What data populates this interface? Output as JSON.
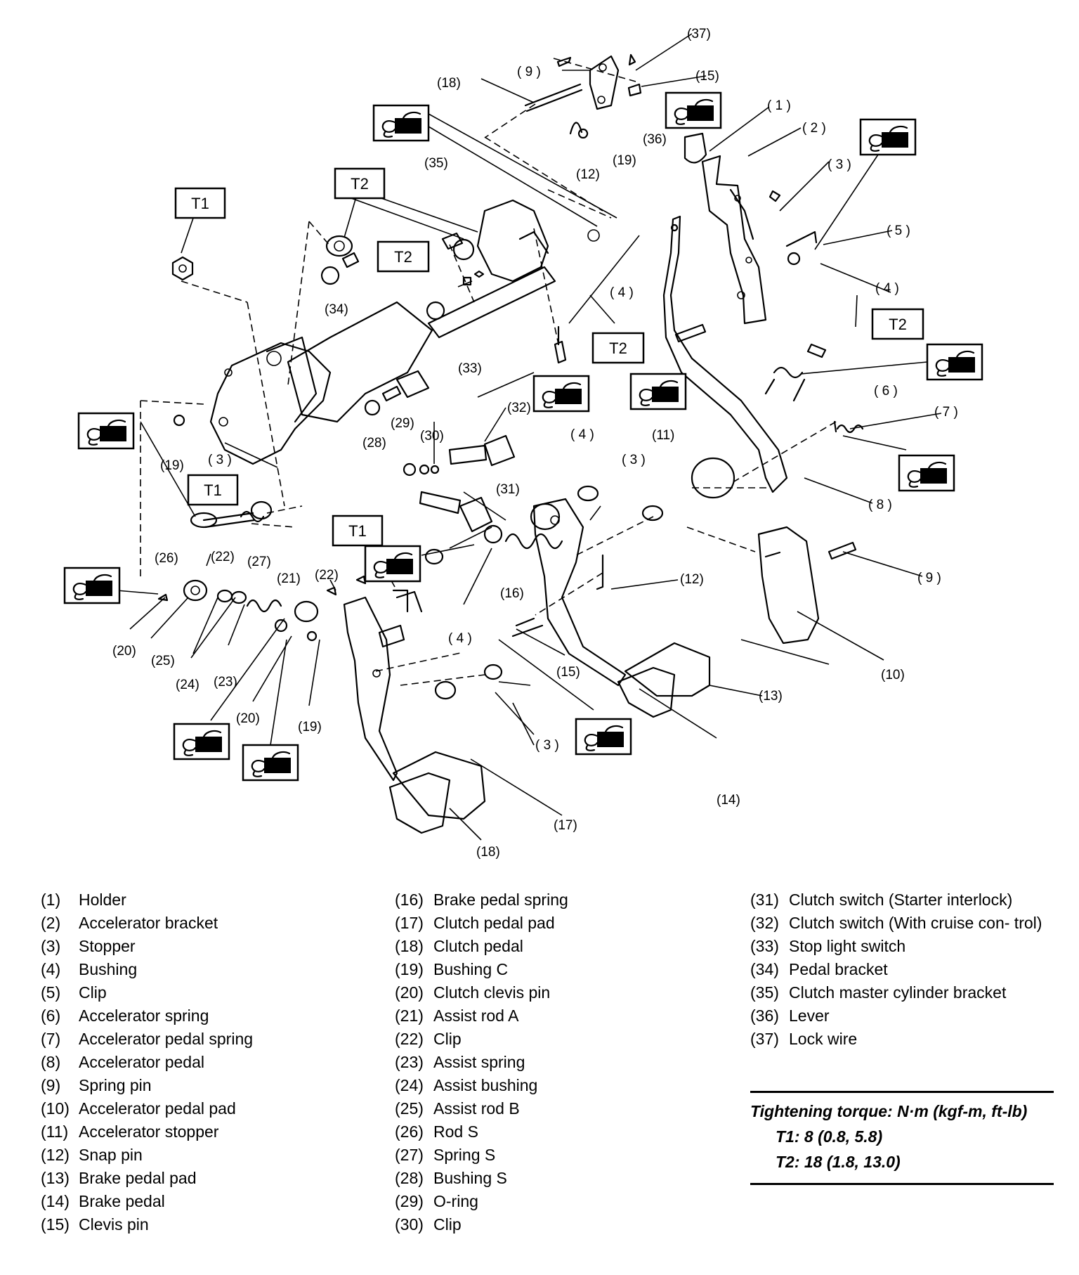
{
  "callouts": {
    "c1": "( 1 )",
    "c2": "( 2 )",
    "c3a": "( 3 )",
    "c3b": "( 3 )",
    "c3c": "( 3 )",
    "c3d": "( 3 )",
    "c4a": "( 4 )",
    "c4b": "( 4 )",
    "c4c": "( 4 )",
    "c4d": "( 4 )",
    "c5": "( 5 )",
    "c6": "( 6 )",
    "c7": "( 7 )",
    "c8": "( 8 )",
    "c9a": "( 9 )",
    "c9b": "( 9 )",
    "c10": "(10)",
    "c11": "(11)",
    "c12a": "(12)",
    "c12b": "(12)",
    "c13": "(13)",
    "c14": "(14)",
    "c15a": "(15)",
    "c15b": "(15)",
    "c16": "(16)",
    "c17": "(17)",
    "c18a": "(18)",
    "c18b": "(18)",
    "c19a": "(19)",
    "c19b": "(19)",
    "c19c": "(19)",
    "c20a": "(20)",
    "c20b": "(20)",
    "c21": "(21)",
    "c22a": "(22)",
    "c22b": "(22)",
    "c23": "(23)",
    "c24": "(24)",
    "c25": "(25)",
    "c26": "(26)",
    "c27": "(27)",
    "c28": "(28)",
    "c29": "(29)",
    "c30": "(30)",
    "c31": "(31)",
    "c32": "(32)",
    "c33": "(33)",
    "c34": "(34)",
    "c35": "(35)",
    "c36": "(36)",
    "c37": "(37)"
  },
  "torque_boxes": {
    "t1": "T1",
    "t2": "T2"
  },
  "legend": {
    "col1": [
      {
        "num": "(1)",
        "label": "Holder"
      },
      {
        "num": "(2)",
        "label": "Accelerator bracket"
      },
      {
        "num": "(3)",
        "label": "Stopper"
      },
      {
        "num": "(4)",
        "label": "Bushing"
      },
      {
        "num": "(5)",
        "label": "Clip"
      },
      {
        "num": "(6)",
        "label": "Accelerator spring"
      },
      {
        "num": "(7)",
        "label": "Accelerator pedal spring"
      },
      {
        "num": "(8)",
        "label": "Accelerator pedal"
      },
      {
        "num": "(9)",
        "label": "Spring pin"
      },
      {
        "num": "(10)",
        "label": "Accelerator pedal pad"
      },
      {
        "num": "(11)",
        "label": "Accelerator stopper"
      },
      {
        "num": "(12)",
        "label": "Snap pin"
      },
      {
        "num": "(13)",
        "label": "Brake pedal pad"
      },
      {
        "num": "(14)",
        "label": "Brake pedal"
      },
      {
        "num": "(15)",
        "label": "Clevis pin"
      }
    ],
    "col2": [
      {
        "num": "(16)",
        "label": "Brake pedal spring"
      },
      {
        "num": "(17)",
        "label": "Clutch pedal pad"
      },
      {
        "num": "(18)",
        "label": "Clutch pedal"
      },
      {
        "num": "(19)",
        "label": "Bushing C"
      },
      {
        "num": "(20)",
        "label": "Clutch clevis pin"
      },
      {
        "num": "(21)",
        "label": "Assist rod A"
      },
      {
        "num": "(22)",
        "label": "Clip"
      },
      {
        "num": "(23)",
        "label": "Assist spring"
      },
      {
        "num": "(24)",
        "label": "Assist bushing"
      },
      {
        "num": "(25)",
        "label": "Assist rod B"
      },
      {
        "num": "(26)",
        "label": "Rod S"
      },
      {
        "num": "(27)",
        "label": "Spring S"
      },
      {
        "num": "(28)",
        "label": "Bushing S"
      },
      {
        "num": "(29)",
        "label": "O-ring"
      },
      {
        "num": "(30)",
        "label": "Clip"
      }
    ],
    "col3": [
      {
        "num": "(31)",
        "label": "Clutch switch (Starter interlock)"
      },
      {
        "num": "(32)",
        "label": "Clutch switch (With cruise con- trol)"
      },
      {
        "num": "(33)",
        "label": "Stop light switch"
      },
      {
        "num": "(34)",
        "label": "Pedal bracket"
      },
      {
        "num": "(35)",
        "label": "Clutch master cylinder bracket"
      },
      {
        "num": "(36)",
        "label": "Lever"
      },
      {
        "num": "(37)",
        "label": "Lock wire"
      }
    ]
  },
  "torque": {
    "heading": "Tightening torque: N·m (kgf-m, ft-lb)",
    "t1": "T1: 8 (0.8, 5.8)",
    "t2": "T2: 18 (1.8, 13.0)"
  }
}
